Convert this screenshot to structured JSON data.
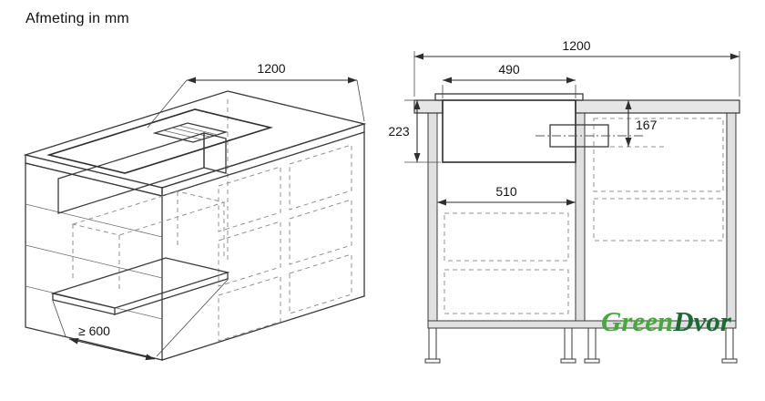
{
  "title": "Afmeting in mm",
  "diagram": {
    "left_view": {
      "dim_length": "1200",
      "dim_clearance": "≥ 600"
    },
    "right_view": {
      "dim_total": "1200",
      "dim_hob": "490",
      "dim_left_height": "223",
      "dim_right_height": "167",
      "dim_niche": "510"
    }
  },
  "logo": {
    "part1": "Green",
    "part2": "Dvor"
  },
  "colors": {
    "line": "#3a3a3a",
    "hidden_line": "#909090",
    "panel_fill": "#d8d8d8",
    "logo_green_light": "#46a93c",
    "logo_green_dark": "#1c6b34"
  }
}
